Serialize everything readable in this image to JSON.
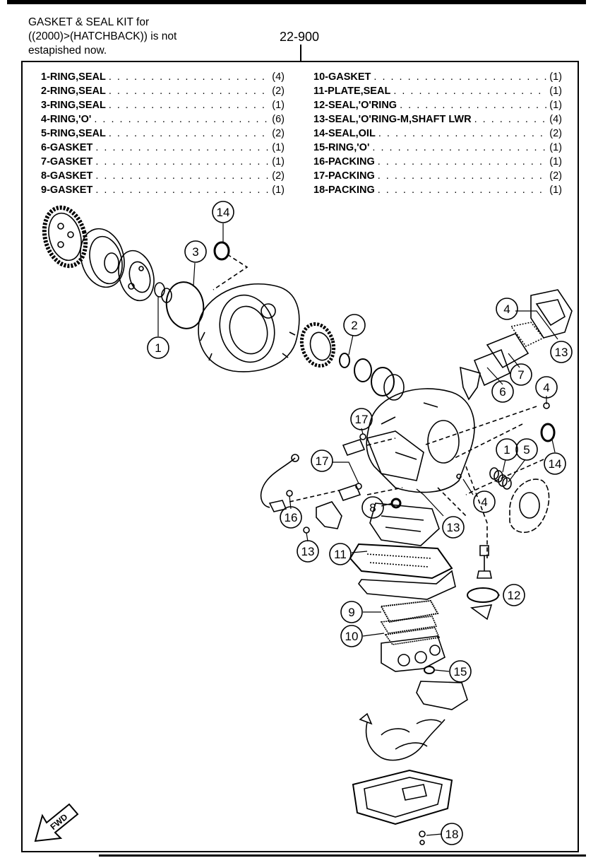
{
  "note": {
    "line1": "GASKET & SEAL KIT for",
    "line2": "((2000)>(HATCHBACK)) is not",
    "line3": "estapished now."
  },
  "kit_number": "22-900",
  "parts_left": [
    {
      "name": "1-RING,SEAL",
      "qty": "(4)"
    },
    {
      "name": "2-RING,SEAL",
      "qty": "(2)"
    },
    {
      "name": "3-RING,SEAL",
      "qty": "(1)"
    },
    {
      "name": "4-RING,'O'",
      "qty": "(6)"
    },
    {
      "name": "5-RING,SEAL",
      "qty": "(2)"
    },
    {
      "name": "6-GASKET",
      "qty": "(1)"
    },
    {
      "name": "7-GASKET",
      "qty": "(1)"
    },
    {
      "name": "8-GASKET",
      "qty": "(2)"
    },
    {
      "name": "9-GASKET",
      "qty": "(1)"
    }
  ],
  "parts_right": [
    {
      "name": "10-GASKET",
      "qty": "(1)"
    },
    {
      "name": "11-PLATE,SEAL",
      "qty": "(1)"
    },
    {
      "name": "12-SEAL,'O'RING",
      "qty": "(1)"
    },
    {
      "name": "13-SEAL,'O'RING-M,SHAFT LWR",
      "qty": "(4)"
    },
    {
      "name": "14-SEAL,OIL",
      "qty": "(2)"
    },
    {
      "name": "15-RING,'O'",
      "qty": "(1)"
    },
    {
      "name": "16-PACKING",
      "qty": "(1)"
    },
    {
      "name": "17-PACKING",
      "qty": "(2)"
    },
    {
      "name": "18-PACKING",
      "qty": "(1)"
    }
  ],
  "callouts": {
    "c1a": "1",
    "c1b": "1",
    "c2": "2",
    "c3": "3",
    "c4a": "4",
    "c4b": "4",
    "c4c": "4",
    "c5": "5",
    "c6": "6",
    "c7": "7",
    "c8": "8",
    "c9": "9",
    "c10": "10",
    "c11": "11",
    "c12": "12",
    "c13a": "13",
    "c13b": "13",
    "c13c": "13",
    "c14a": "14",
    "c14b": "14",
    "c15": "15",
    "c16": "16",
    "c17a": "17",
    "c17b": "17",
    "c18": "18"
  },
  "fwd_label": "FWD"
}
